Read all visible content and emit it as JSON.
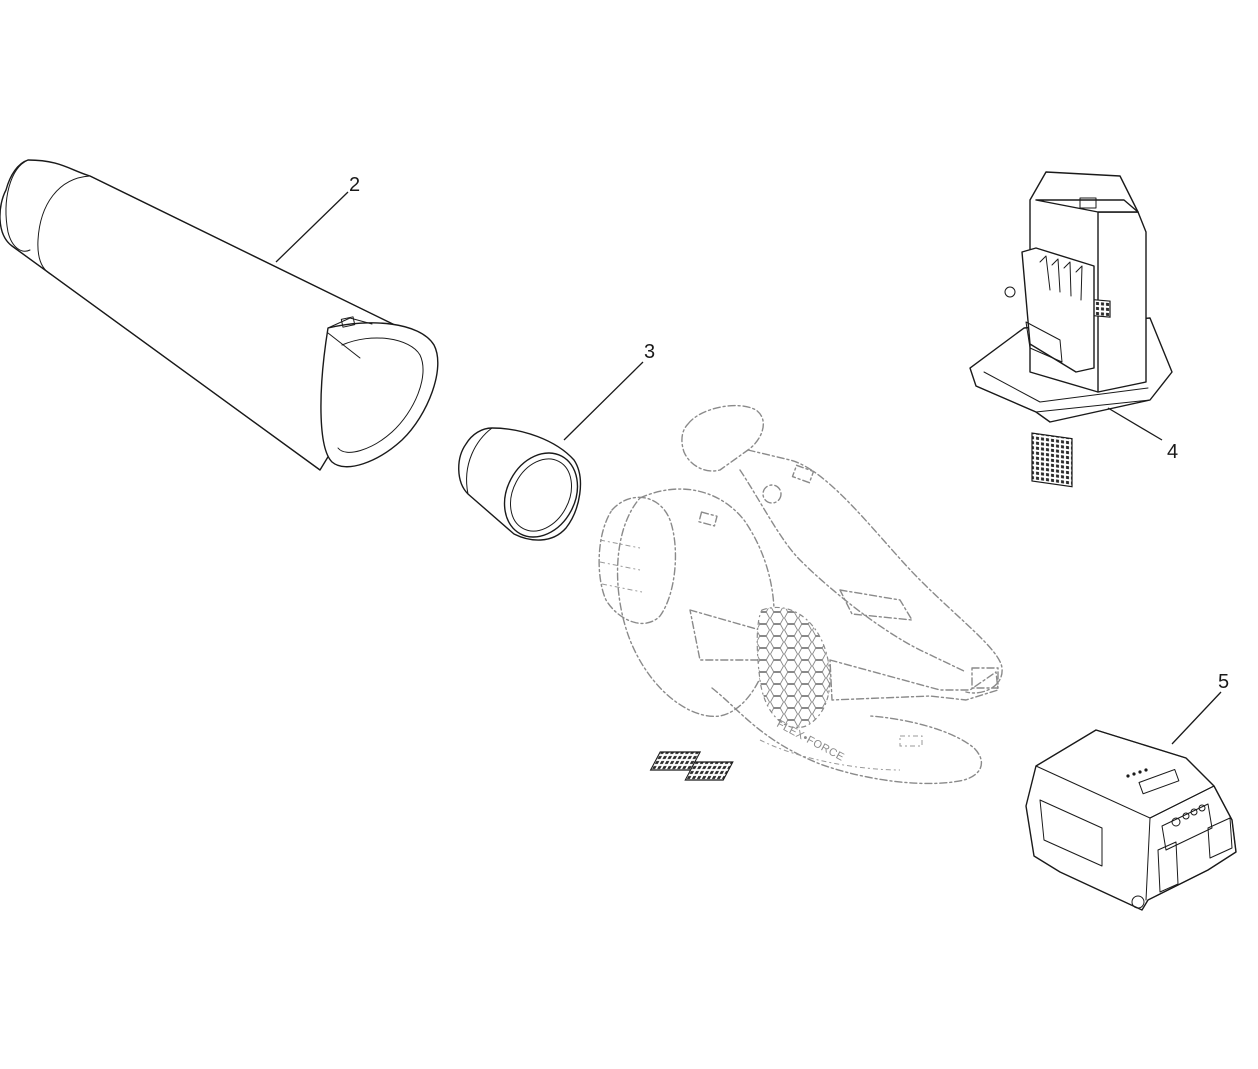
{
  "callouts": [
    {
      "id": "2",
      "label": "2",
      "part": "blower-tube"
    },
    {
      "id": "3",
      "label": "3",
      "part": "nozzle-ring"
    },
    {
      "id": "4",
      "label": "4",
      "part": "battery-charger"
    },
    {
      "id": "5",
      "label": "5",
      "part": "battery-pack"
    }
  ],
  "body_brand_text": "FLEX•FORCE",
  "icons": {
    "blower-body": "leaf-blower-body-icon",
    "blower-tube": "tube-icon",
    "nozzle-ring": "ring-icon",
    "battery-charger": "charger-icon",
    "battery-pack": "battery-icon"
  },
  "colors": {
    "line": "#1a1a1a",
    "ghost_line": "#8a8a8a",
    "background": "#ffffff"
  }
}
